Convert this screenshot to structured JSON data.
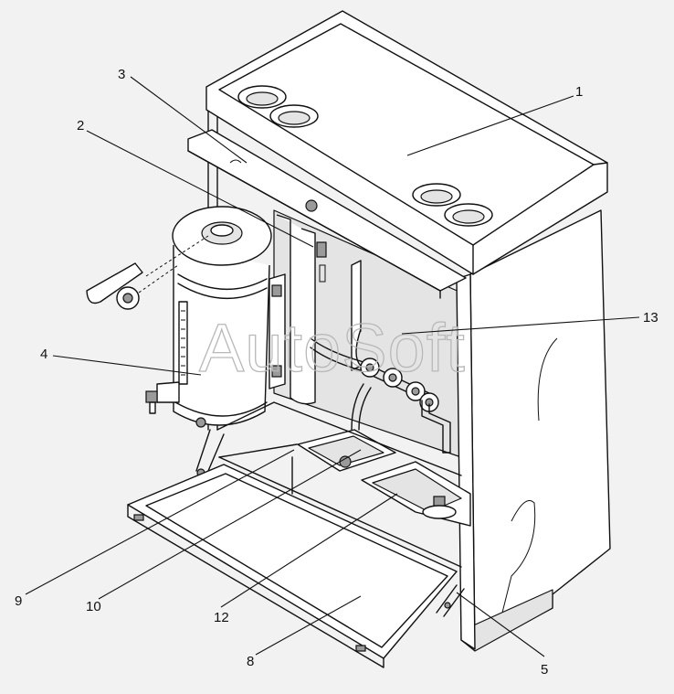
{
  "watermark": "AutoSoft",
  "callouts": [
    "1",
    "2",
    "3",
    "4",
    "5",
    "8",
    "9",
    "10",
    "12",
    "13"
  ]
}
